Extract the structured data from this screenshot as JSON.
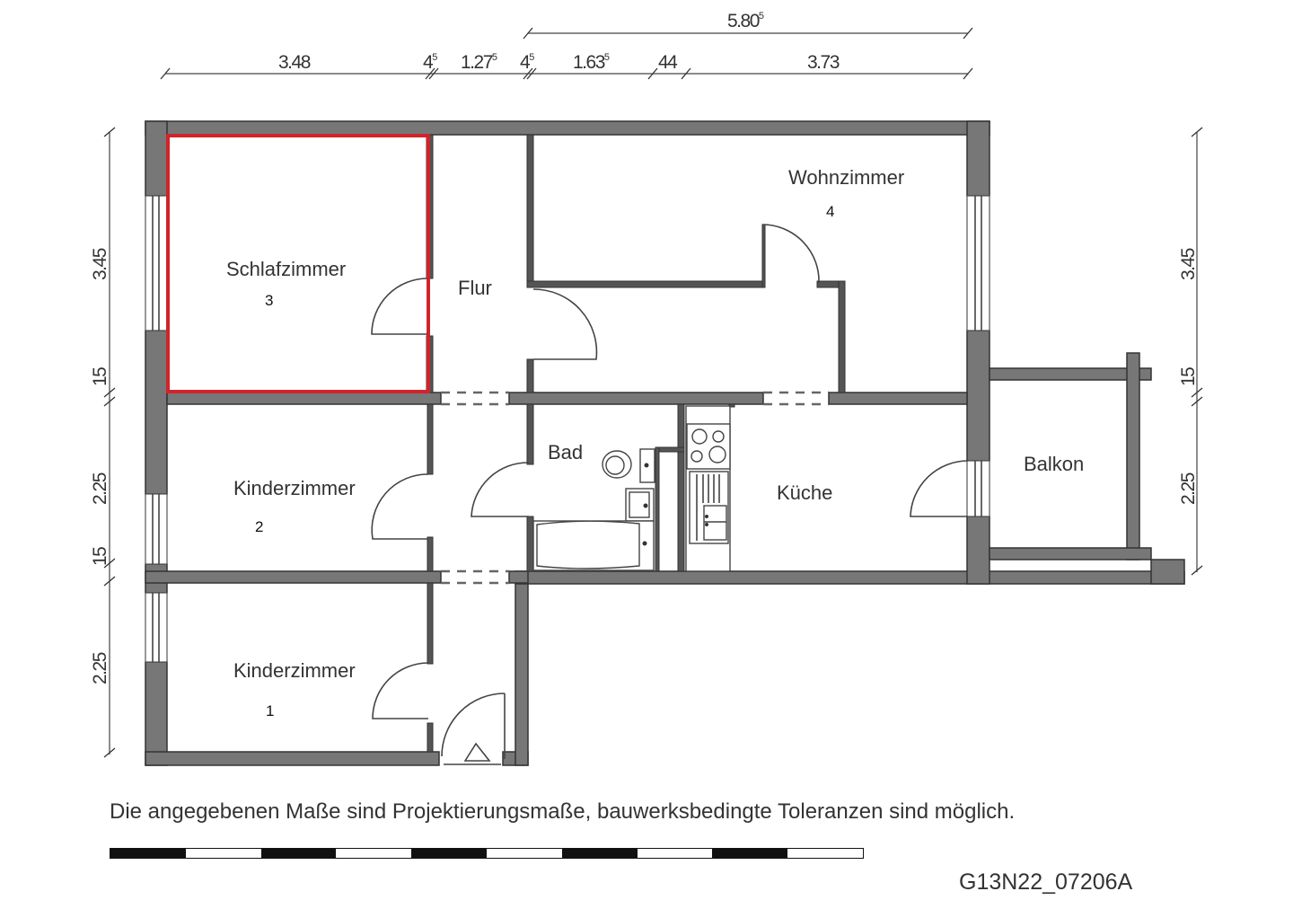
{
  "plan": {
    "id": "G13N22_07206A",
    "note": "Die angegebenen Maße sind Projektierungsmaße, bauwerksbedingte Toleranzen sind möglich.",
    "highlight_color": "#d0242c",
    "wall_color": "#777777"
  },
  "rooms": {
    "schlafzimmer": {
      "label": "Schlafzimmer",
      "number": "3",
      "highlighted": true
    },
    "flur": {
      "label": "Flur"
    },
    "wohnzimmer": {
      "label": "Wohnzimmer",
      "number": "4"
    },
    "kinderzimmer2": {
      "label": "Kinderzimmer",
      "number": "2"
    },
    "kinderzimmer1": {
      "label": "Kinderzimmer",
      "number": "1"
    },
    "bad": {
      "label": "Bad"
    },
    "kueche": {
      "label": "Küche"
    },
    "balkon": {
      "label": "Balkon"
    }
  },
  "dimensions": {
    "top_overall": {
      "value": "5.80",
      "sup": "5"
    },
    "top": [
      {
        "value": "3.48",
        "sup": ""
      },
      {
        "value": "4",
        "sup": "5"
      },
      {
        "value": "1.27",
        "sup": "5"
      },
      {
        "value": "4",
        "sup": "5"
      },
      {
        "value": "1.63",
        "sup": "5"
      },
      {
        "value": "44",
        "sup": ""
      },
      {
        "value": "3.73",
        "sup": ""
      }
    ],
    "left": [
      "3.45",
      "15",
      "2.25",
      "15",
      "2.25"
    ],
    "right": [
      "3.45",
      "15",
      "2.25"
    ]
  },
  "scale_bar": {
    "segments": 10
  }
}
